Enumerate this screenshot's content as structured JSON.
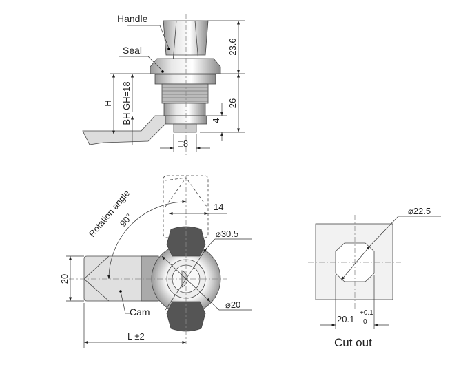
{
  "side_view": {
    "labels": {
      "handle": "Handle",
      "seal": "Seal"
    },
    "dimensions": {
      "handle_height": "23.6",
      "body_height": "26",
      "nut_height": "4",
      "h": "H",
      "bh_gh": "BH GH=18",
      "square": "□8"
    }
  },
  "front_view": {
    "labels": {
      "rotation": "Rotation angle",
      "angle": "90°",
      "cam": "Cam"
    },
    "dimensions": {
      "width_14": "14",
      "dia_outer": "⌀30.5",
      "dia_inner": "⌀20",
      "cam_width": "20",
      "length": "L ±2"
    }
  },
  "cutout": {
    "title": "Cut out",
    "dimensions": {
      "diameter": "⌀22.5",
      "width": "20.1",
      "tol_upper": "+0.1",
      "tol_lower": "0"
    }
  }
}
